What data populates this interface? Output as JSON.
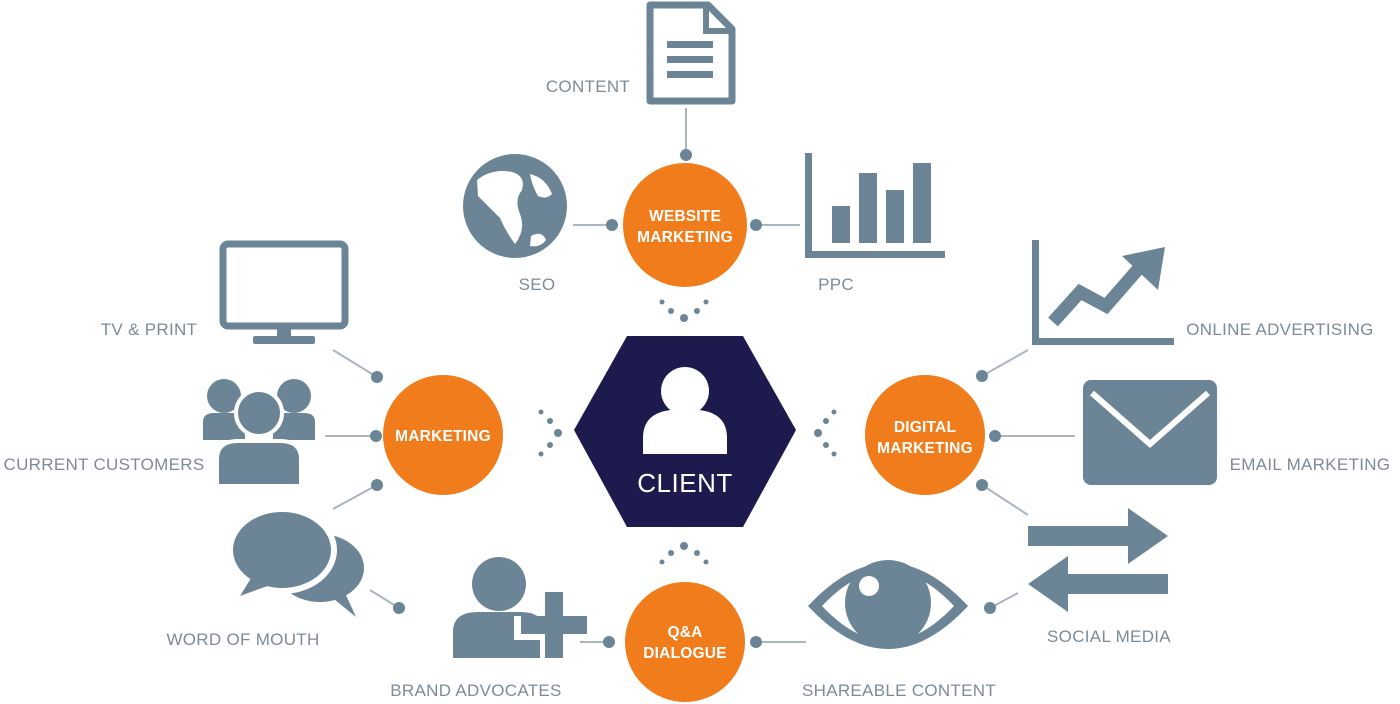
{
  "colors": {
    "icon": "#6b8596",
    "label": "#7b8c99",
    "hub": "#f07c1b",
    "client": "#1d1a4e"
  },
  "center": {
    "label": "CLIENT",
    "icon": "user-icon"
  },
  "hubs": {
    "website": {
      "line1": "WEBSITE",
      "line2": "MARKETING"
    },
    "marketing": {
      "line1": "MARKETING"
    },
    "digital": {
      "line1": "DIGITAL",
      "line2": "MARKETING"
    },
    "qa": {
      "line1": "Q&A",
      "line2": "DIALOGUE"
    }
  },
  "items": {
    "content": {
      "label": "CONTENT",
      "icon": "document-icon"
    },
    "seo": {
      "label": "SEO",
      "icon": "globe-icon"
    },
    "ppc": {
      "label": "PPC",
      "icon": "bar-chart-icon"
    },
    "tv_print": {
      "label": "TV & PRINT",
      "icon": "monitor-icon"
    },
    "current_customers": {
      "label": "CURRENT CUSTOMERS",
      "icon": "group-icon"
    },
    "word_of_mouth": {
      "label": "WORD OF MOUTH",
      "icon": "speech-bubbles-icon"
    },
    "online_advertising": {
      "label": "ONLINE ADVERTISING",
      "icon": "trend-chart-icon"
    },
    "email_marketing": {
      "label": "EMAIL MARKETING",
      "icon": "envelope-icon"
    },
    "social_media": {
      "label": "SOCIAL MEDIA",
      "icon": "exchange-arrows-icon"
    },
    "brand_advocates": {
      "label": "BRAND ADVOCATES",
      "icon": "add-user-icon"
    },
    "shareable_content": {
      "label": "SHAREABLE CONTENT",
      "icon": "eye-icon"
    }
  }
}
